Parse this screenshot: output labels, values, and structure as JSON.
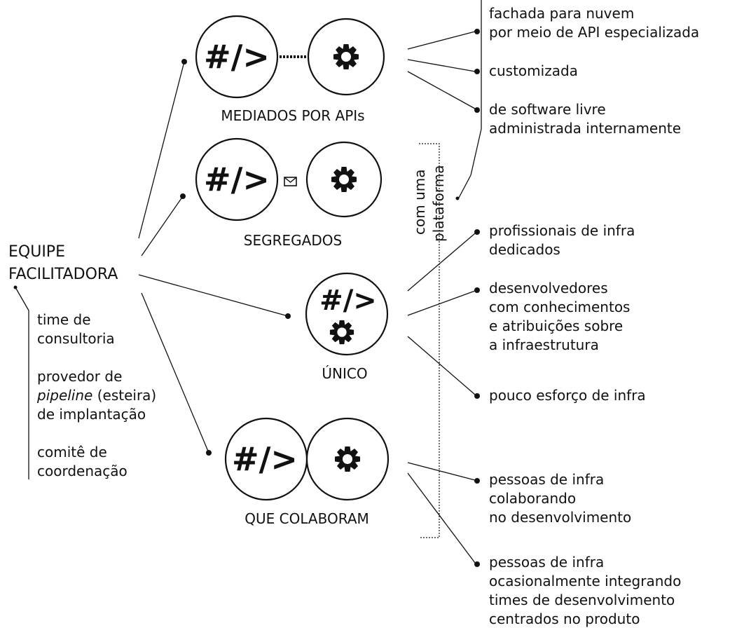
{
  "root": {
    "lines": [
      "EQUIPE",
      "FACILITADORA"
    ]
  },
  "root_roles": [
    [
      "time de",
      "consultoria"
    ],
    [
      "provedor de",
      "pipeline",
      " (esteira)",
      "de implantação"
    ],
    [
      "comitê de",
      "coordenação"
    ]
  ],
  "code_symbol": "#/>",
  "topologies": {
    "mediados": "MEDIADOS POR APIs",
    "segregados": "SEGREGADOS",
    "unico": "ÚNICO",
    "colaboram": "QUE COLABORAM"
  },
  "platform_note": [
    "com uma",
    "plataforma"
  ],
  "platform_options": [
    [
      "fachada para nuvem",
      "por meio de API especializada"
    ],
    [
      "customizada"
    ],
    [
      "de software livre",
      "administrada internamente"
    ]
  ],
  "unico_notes": [
    [
      "profissionais de infra",
      "dedicados"
    ],
    [
      "desenvolvedores",
      "com conhecimentos",
      "e atribuições sobre",
      "a infraestrutura"
    ],
    [
      "pouco esforço de infra"
    ]
  ],
  "colaboram_notes": [
    [
      "pessoas de infra",
      "colaborando",
      "no desenvolvimento"
    ],
    [
      "pessoas de infra",
      "ocasionalmente integrando",
      "times de desenvolvimento",
      "centrados no produto"
    ]
  ],
  "icons": {
    "code": "code-symbol-icon",
    "gear": "gear-icon",
    "envelope": "envelope-icon"
  },
  "colors": {
    "ink": "#111111",
    "background": "#ffffff"
  }
}
